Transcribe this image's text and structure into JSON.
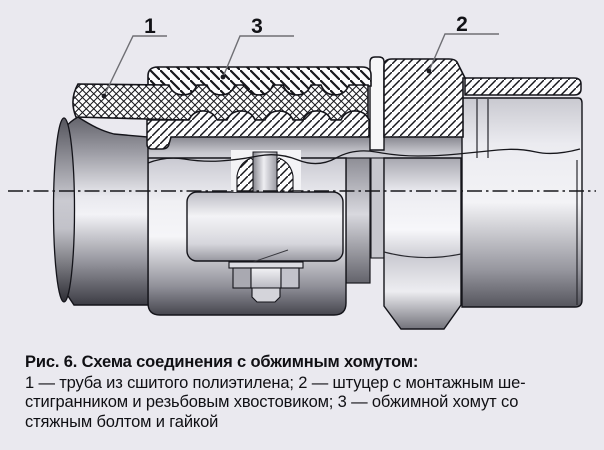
{
  "figure": {
    "callouts": [
      {
        "label": "1",
        "points_to": "pipe"
      },
      {
        "label": "3",
        "points_to": "clamp"
      },
      {
        "label": "2",
        "points_to": "fitting"
      }
    ]
  },
  "caption": {
    "title": "Рис. 6. Схема соединения с обжимным хомутом:",
    "lines": [
      "1 — труба из сшитого полиэтилена; 2 — штуцер с монтажным ше-",
      "стигранником и резьбовым хвостовиком; 3 — обжимной хомут со",
      "стяжным болтом и гайкой"
    ]
  },
  "colors": {
    "background": "#eae9ef",
    "ink": "#141418",
    "leader_line": "#6f6f74",
    "hatch": "#17171c",
    "metal_light": "#f4f4f7",
    "metal_dark": "#3c3c44"
  }
}
